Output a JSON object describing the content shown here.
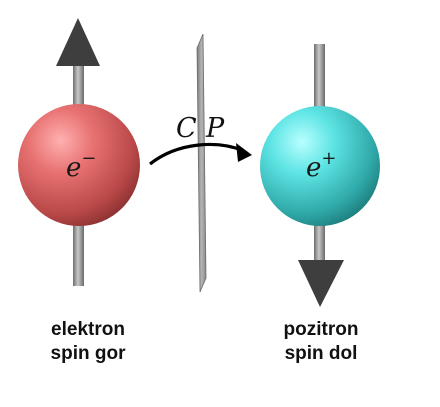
{
  "operator": {
    "label_c": "C",
    "label_p": "P"
  },
  "electron": {
    "symbol": "e",
    "charge": "−",
    "caption_line1": "elektron",
    "caption_line2": "spin gor",
    "spin": "up"
  },
  "positron": {
    "symbol": "e",
    "charge": "+",
    "caption_line1": "pozitron",
    "caption_line2": "spin dol",
    "spin": "down"
  },
  "colors": {
    "electron": "#e06a6a",
    "positron": "#4fd8d8",
    "rod": "#8a8a8a",
    "arrow_head": "#3e3e3e",
    "mirror": "#9a9a9a"
  },
  "icons": {
    "transform": "curved-arrow-icon"
  }
}
